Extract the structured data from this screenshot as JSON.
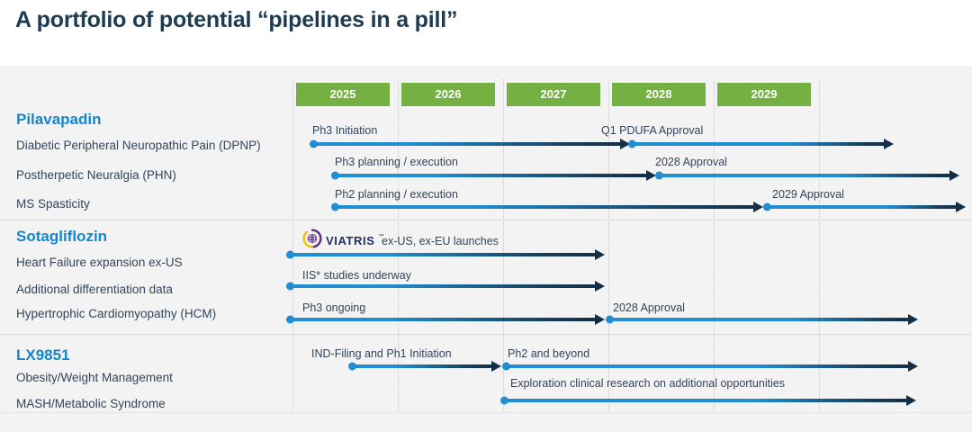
{
  "title": "A portfolio of potential “pipelines in a pill”",
  "timeline": {
    "years": [
      "2025",
      "2026",
      "2027",
      "2028",
      "2029"
    ]
  },
  "colors": {
    "accent_blue": "#1287cd",
    "year_green": "#75b042",
    "arrow_blue": "#1f8ed3",
    "arrow_dark": "#132f47",
    "text_dark": "#32455a",
    "panel_bg": "#f3f3f4"
  },
  "partner": {
    "logo_text": "VIATRIS",
    "trademark": "™",
    "icon": "viatris-globe-icon"
  },
  "sections": [
    {
      "name": "Pilavapadin",
      "rows": [
        {
          "label": "Diabetic Peripheral Neuropathic Pain (DPNP)",
          "milestones": [
            "Ph3 Initiation",
            "Q1 PDUFA Approval"
          ]
        },
        {
          "label": "Postherpetic Neuralgia (PHN)",
          "milestones": [
            "Ph3 planning / execution",
            "2028 Approval"
          ]
        },
        {
          "label": "MS Spasticity",
          "milestones": [
            "Ph2 planning / execution",
            "2029 Approval"
          ]
        }
      ]
    },
    {
      "name": "Sotagliflozin",
      "rows": [
        {
          "label": "Heart Failure expansion ex-US",
          "milestones": [
            "ex-US, ex-EU launches"
          ]
        },
        {
          "label": "Additional differentiation data",
          "milestones": [
            "IIS* studies underway"
          ]
        },
        {
          "label": "Hypertrophic Cardiomyopathy (HCM)",
          "milestones": [
            "Ph3 ongoing",
            "2028 Approval"
          ]
        }
      ]
    },
    {
      "name": "LX9851",
      "rows": [
        {
          "label": "Obesity/Weight Management",
          "milestones": [
            "IND-Filing and Ph1 Initiation",
            "Ph2 and beyond"
          ]
        },
        {
          "label": "MASH/Metabolic Syndrome",
          "milestones": [
            "Exploration clinical research on additional opportunities"
          ]
        }
      ]
    }
  ],
  "chart_data": {
    "type": "gantt-timeline",
    "title": "A portfolio of potential “pipelines in a pill”",
    "x_axis": {
      "labels": [
        "2025",
        "2026",
        "2027",
        "2028",
        "2029"
      ],
      "range": [
        2025,
        2031.5
      ],
      "grid": "dotted-vertical"
    },
    "programs": [
      {
        "program": "Pilavapadin",
        "indication": "Diabetic Peripheral Neuropathic Pain (DPNP)",
        "segments": [
          {
            "label": "Ph3 Initiation",
            "start": 2025.2,
            "end": 2028.2
          },
          {
            "label": "Q1 PDUFA Approval",
            "start": 2028.2,
            "end": 2030.7
          }
        ]
      },
      {
        "program": "Pilavapadin",
        "indication": "Postherpetic Neuralgia (PHN)",
        "segments": [
          {
            "label": "Ph3 planning / execution",
            "start": 2025.4,
            "end": 2028.5
          },
          {
            "label": "2028 Approval",
            "start": 2028.5,
            "end": 2031.3
          }
        ]
      },
      {
        "program": "Pilavapadin",
        "indication": "MS Spasticity",
        "segments": [
          {
            "label": "Ph2 planning / execution",
            "start": 2025.4,
            "end": 2029.5
          },
          {
            "label": "2029 Approval",
            "start": 2029.5,
            "end": 2031.4
          }
        ]
      },
      {
        "program": "Sotagliflozin",
        "indication": "Heart Failure expansion ex-US",
        "segments": [
          {
            "label": "ex-US, ex-EU launches (Viatris)",
            "start": 2025.0,
            "end": 2028.0
          }
        ]
      },
      {
        "program": "Sotagliflozin",
        "indication": "Additional differentiation data",
        "segments": [
          {
            "label": "IIS* studies underway",
            "start": 2025.0,
            "end": 2028.0
          }
        ]
      },
      {
        "program": "Sotagliflozin",
        "indication": "Hypertrophic Cardiomyopathy (HCM)",
        "segments": [
          {
            "label": "Ph3 ongoing",
            "start": 2025.0,
            "end": 2028.0
          },
          {
            "label": "2028 Approval",
            "start": 2028.0,
            "end": 2030.9
          }
        ]
      },
      {
        "program": "LX9851",
        "indication": "Obesity/Weight Management",
        "segments": [
          {
            "label": "IND-Filing and Ph1 Initiation",
            "start": 2025.5,
            "end": 2027.0
          },
          {
            "label": "Ph2 and beyond",
            "start": 2027.0,
            "end": 2030.9
          }
        ]
      },
      {
        "program": "LX9851",
        "indication": "MASH/Metabolic Syndrome",
        "segments": [
          {
            "label": "Exploration clinical research on additional opportunities",
            "start": 2027.0,
            "end": 2030.9
          }
        ]
      }
    ]
  }
}
